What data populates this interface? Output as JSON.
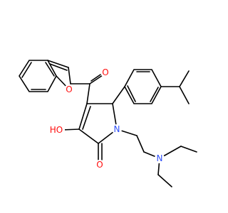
{
  "structure": {
    "atoms": [
      {
        "id": "O_carbonyl",
        "label": "O",
        "color": "#ff0d0d"
      },
      {
        "id": "O_furan",
        "label": "O",
        "color": "#ff0d0d"
      },
      {
        "id": "O_hydroxyl",
        "label": "HO",
        "color": "#ff0d0d"
      },
      {
        "id": "O_lactam",
        "label": "O",
        "color": "#ff0d0d"
      },
      {
        "id": "N_ring",
        "label": "N",
        "color": "#3050f8"
      },
      {
        "id": "N_amine",
        "label": "N",
        "color": "#3050f8"
      }
    ]
  }
}
